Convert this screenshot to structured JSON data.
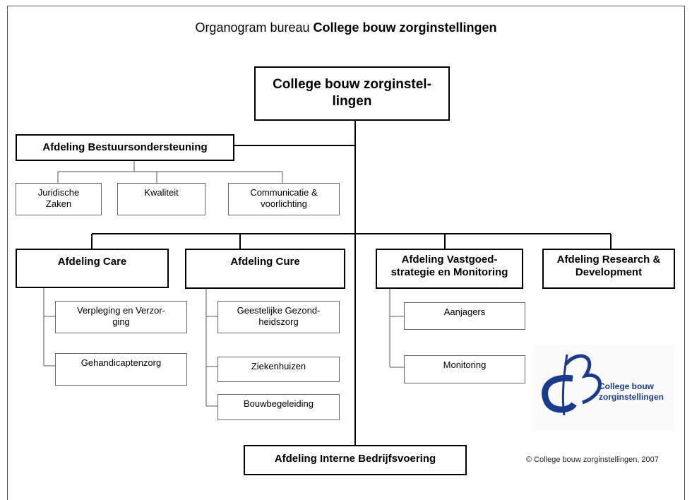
{
  "title_prefix": "Organogram bureau ",
  "title_bold": "College bouw zorginstellingen",
  "root": "College bouw zorginstel-\nlingen",
  "bestuur": {
    "label": "Afdeling Bestuursondersteuning",
    "children": [
      "Juridische\nZaken",
      "Kwaliteit",
      "Communicatie &\nvoorlichting"
    ]
  },
  "care": {
    "label": "Afdeling Care",
    "children": [
      "Verpleging en Verzor-\nging",
      "Gehandicaptenzorg"
    ]
  },
  "cure": {
    "label": "Afdeling Cure",
    "children": [
      "Geestelijke Gezond-\nheidszorg",
      "Ziekenhuizen",
      "Bouwbegeleiding"
    ]
  },
  "vastgoed": {
    "label": "Afdeling Vastgoed-\nstrategie en Monitoring",
    "children": [
      "Aanjagers",
      "Monitoring"
    ]
  },
  "research": {
    "label": "Afdeling Research &\nDevelopment"
  },
  "interne": {
    "label": "Afdeling Interne Bedrijfsvoering"
  },
  "logo": {
    "text": "College bouw\nzorginstellingen",
    "color": "#1a3a8c"
  },
  "copyright": "© College bouw zorginstellingen, 2007"
}
